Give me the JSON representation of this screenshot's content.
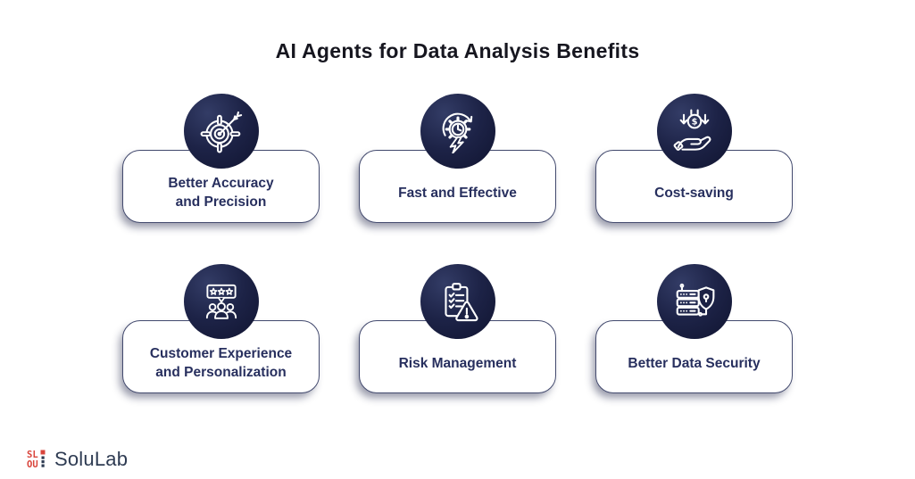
{
  "title": "AI Agents for Data Analysis Benefits",
  "cards": [
    {
      "label": "Better Accuracy and Precision",
      "line1": "Better Accuracy",
      "line2": "and Precision",
      "icon": "target-arrow-icon"
    },
    {
      "label": "Fast and Effective",
      "line1": "Fast and Effective",
      "line2": "",
      "icon": "gear-clock-lightning-icon"
    },
    {
      "label": "Cost-saving",
      "line1": "Cost-saving",
      "line2": "",
      "icon": "hand-dollar-icon"
    },
    {
      "label": "Customer Experience and Personalization",
      "line1": "Customer Experience",
      "line2": "and Personalization",
      "icon": "customer-review-icon"
    },
    {
      "label": "Risk Management",
      "line1": "Risk Management",
      "line2": "",
      "icon": "clipboard-warning-icon"
    },
    {
      "label": "Better Data Security",
      "line1": "Better Data Security",
      "line2": "",
      "icon": "server-shield-icon"
    }
  ],
  "logo": {
    "brand": "SoluLab"
  },
  "colors": {
    "background": "#ffffff",
    "title_text": "#16161f",
    "label_text": "#272f5e",
    "card_border": "#434a6e",
    "circle_dark": "#101430",
    "circle_mid": "#1d2347",
    "circle_light": "#333c66",
    "icon_stroke": "#ffffff",
    "logo_red": "#d9453c",
    "logo_text": "#2e3b52"
  }
}
